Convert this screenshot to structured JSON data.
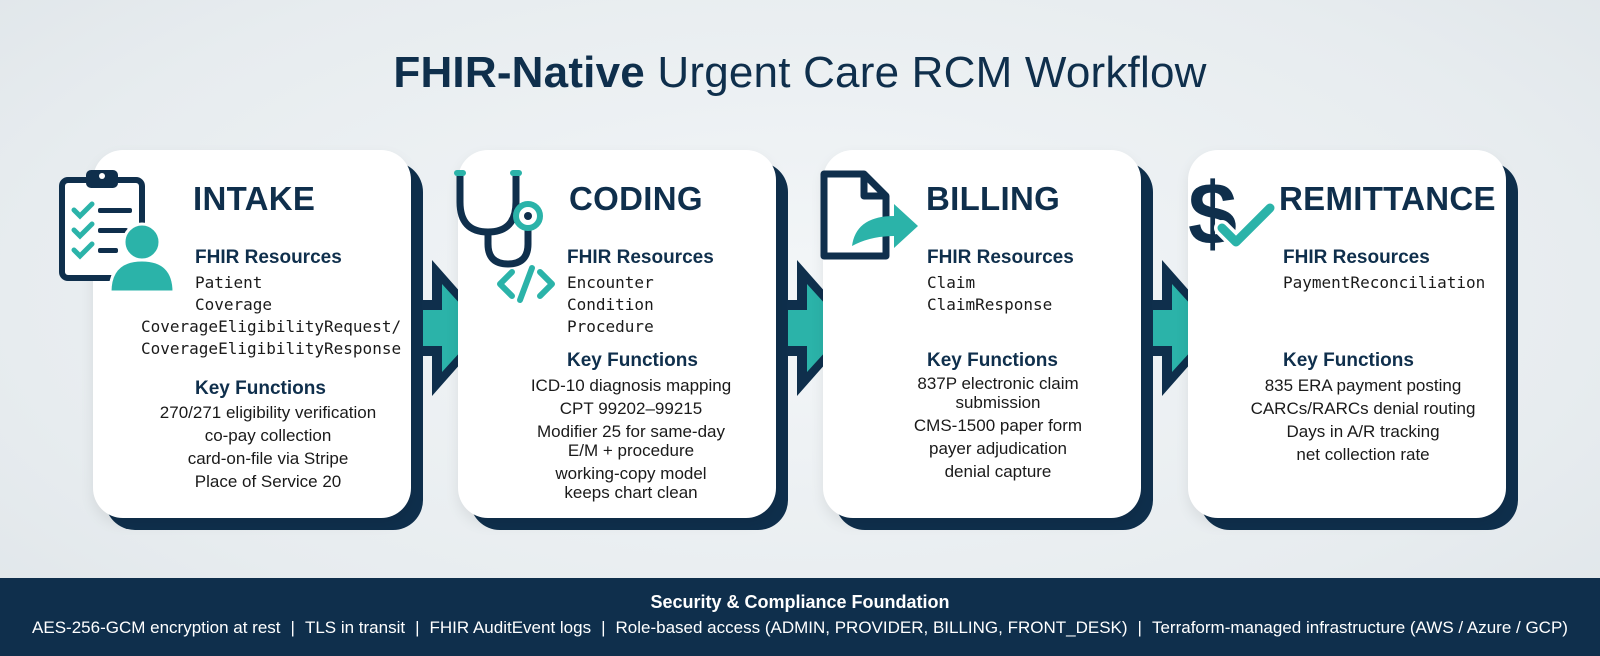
{
  "title": {
    "bold": "FHIR-Native",
    "rest": "Urgent Care RCM Workflow"
  },
  "colors": {
    "navy": "#0f2f4c",
    "teal": "#2bb3a9",
    "background": "#e9eef1"
  },
  "steps": [
    {
      "title": "INTAKE",
      "icon": "clipboard-checklist-user-icon",
      "resources_heading": "FHIR Resources",
      "resources": [
        "Patient",
        "Coverage",
        "CoverageEligibilityRequest/",
        "CoverageEligibilityResponse"
      ],
      "functions_heading": "Key Functions",
      "functions": [
        "270/271 eligibility verification",
        "co-pay collection",
        "card-on-file via Stripe",
        "Place of Service 20"
      ]
    },
    {
      "title": "CODING",
      "icon": "stethoscope-code-icon",
      "resources_heading": "FHIR Resources",
      "resources": [
        "Encounter",
        "Condition",
        "Procedure"
      ],
      "functions_heading": "Key Functions",
      "functions": [
        "ICD-10 diagnosis mapping",
        "CPT 99202–99215",
        "Modifier 25 for same-day",
        "E/M + procedure",
        "working-copy model",
        "keeps chart clean"
      ]
    },
    {
      "title": "BILLING",
      "icon": "document-send-icon",
      "resources_heading": "FHIR Resources",
      "resources": [
        "Claim",
        "ClaimResponse"
      ],
      "functions_heading": "Key Functions",
      "functions": [
        "837P electronic claim",
        "submission",
        "CMS-1500 paper form",
        "payer adjudication",
        "denial capture"
      ]
    },
    {
      "title": "REMITTANCE",
      "icon": "dollar-check-icon",
      "resources_heading": "FHIR Resources",
      "resources": [
        "PaymentReconciliation"
      ],
      "functions_heading": "Key Functions",
      "functions": [
        "835 ERA payment posting",
        "CARCs/RARCs denial routing",
        "Days in A/R tracking",
        "net collection rate"
      ]
    }
  ],
  "footer": {
    "heading": "Security & Compliance Foundation",
    "items": [
      "AES-256-GCM encryption at rest",
      "TLS in transit",
      "FHIR AuditEvent logs",
      "Role-based access (ADMIN, PROVIDER, BILLING, FRONT_DESK)",
      "Terraform-managed infrastructure (AWS / Azure / GCP)"
    ]
  }
}
